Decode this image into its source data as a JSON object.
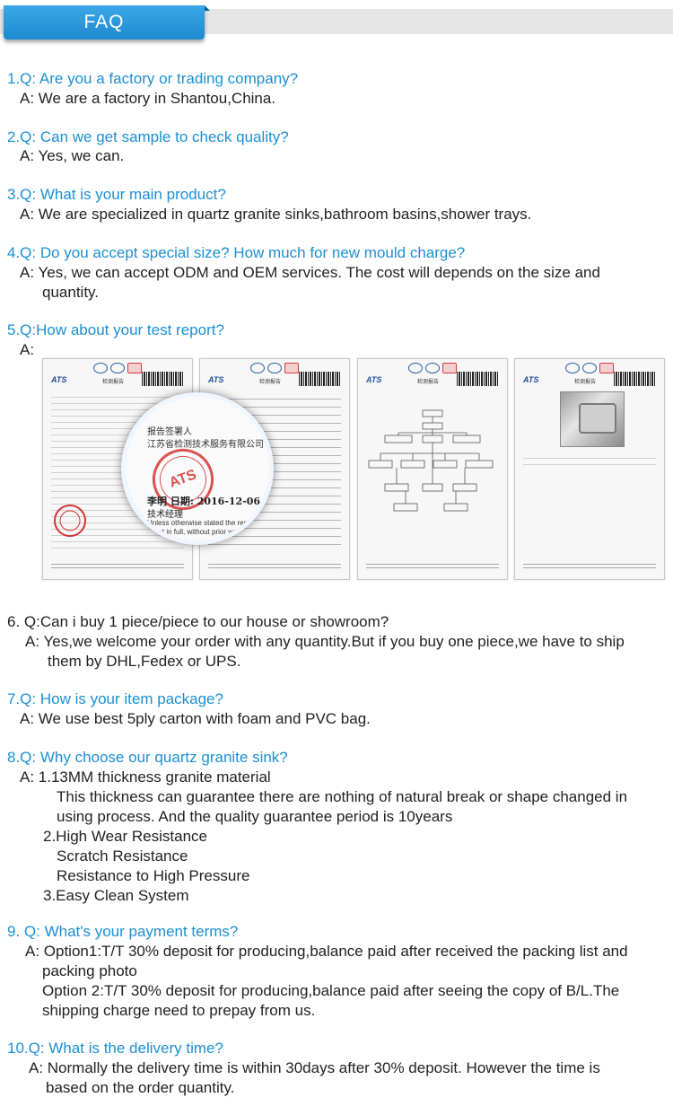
{
  "header": {
    "tab_label": "FAQ",
    "accent": "#2196dc",
    "bar_color": "#e6e6e6"
  },
  "faq": [
    {
      "q": "1.Q: Are you a factory or trading company?",
      "a": [
        "A: We are a factory in Shantou,China."
      ]
    },
    {
      "q": "2.Q: Can we get sample to check quality?",
      "a": [
        "A: Yes, we can."
      ]
    },
    {
      "q": "3.Q: What is your main product?",
      "a": [
        "A: We are specialized in quartz granite sinks,bathroom basins,shower trays."
      ]
    },
    {
      "q": "4.Q: Do you accept special size? How much for new mould charge?",
      "a": [
        "A: Yes, we can accept ODM and OEM services. The cost will depends on the size and",
        "quantity."
      ]
    },
    {
      "q": "5.Q:How about your test report?",
      "a": [
        "A:"
      ]
    },
    {
      "q": "6. Q:Can i buy 1 piece/piece to our house or showroom?",
      "a": [
        "A: Yes,we welcome your order with any quantity.But if you buy one piece,we have to ship",
        "them by DHL,Fedex or UPS."
      ]
    },
    {
      "q": "7.Q: How is your item package?",
      "a": [
        "A: We use best 5ply carton with foam and PVC bag."
      ]
    },
    {
      "q": "8.Q: Why choose our quartz granite sink?",
      "a": [
        "A: 1.13MM thickness granite material",
        "This thickness can guarantee there are nothing of natural break or shape changed in",
        "using process. And the quality guarantee period is 10years",
        "2.High Wear Resistance",
        "Scratch Resistance",
        "Resistance to High Pressure",
        "3.Easy Clean System"
      ]
    },
    {
      "q": "9. Q: What's your payment terms?",
      "a": [
        "A: Option1:T/T 30% deposit for producing,balance paid after received the packing list and",
        "packing photo",
        "Option 2:T/T 30% deposit for producing,balance paid after seeing the copy of B/L.The",
        "shipping charge need to prepay from us."
      ]
    },
    {
      "q": "10.Q: What is the delivery time?",
      "a": [
        "A: Normally the delivery time is within 30days after 30% deposit. However the time is",
        "based on the order quantity."
      ]
    }
  ],
  "certificates": {
    "brand": "ATS",
    "doc_title": "检测报告",
    "magnifier": {
      "line1": "报告签署人",
      "line2": "江苏省检测技术服务有限公司",
      "date_line": "李明    日期: 2016-12-06",
      "role": "技术经理",
      "note1": "Unless otherwise stated the results",
      "note2": "xcept in full, without prior wr"
    }
  }
}
